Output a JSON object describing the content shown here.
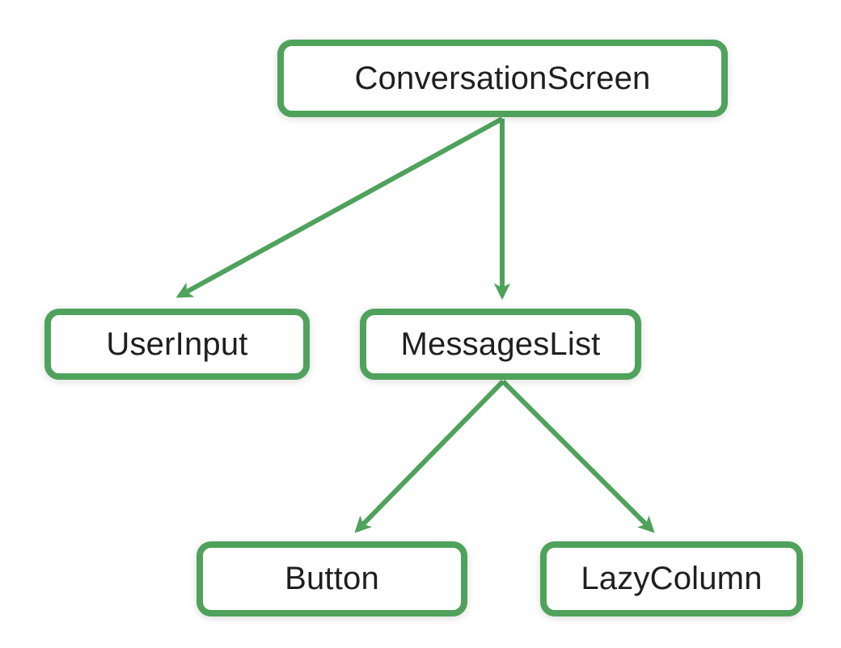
{
  "diagram": {
    "type": "tree",
    "description": "UI component hierarchy diagram",
    "nodes": [
      {
        "id": "conversationScreen",
        "label": "ConversationScreen",
        "level": 0
      },
      {
        "id": "userInput",
        "label": "UserInput",
        "level": 1
      },
      {
        "id": "messagesList",
        "label": "MessagesList",
        "level": 1
      },
      {
        "id": "button",
        "label": "Button",
        "level": 2
      },
      {
        "id": "lazyColumn",
        "label": "LazyColumn",
        "level": 2
      }
    ],
    "edges": [
      {
        "from": "ConversationScreen",
        "to": "UserInput"
      },
      {
        "from": "ConversationScreen",
        "to": "MessagesList"
      },
      {
        "from": "MessagesList",
        "to": "Button"
      },
      {
        "from": "MessagesList",
        "to": "LazyColumn"
      }
    ]
  },
  "colors": {
    "accent": "#4fa25b",
    "node-fill": "#ffffff",
    "text": "#1f1f1f",
    "background": "#ffffff"
  }
}
